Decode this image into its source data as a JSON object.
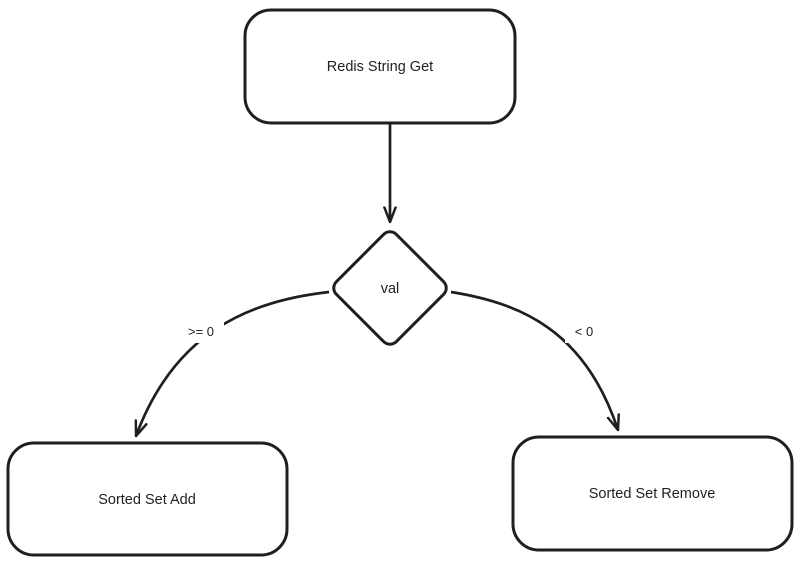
{
  "diagram": {
    "type": "flowchart",
    "colors": {
      "background": "#ffffff",
      "line": "#1f1f1f",
      "text": "#1f1f1f"
    },
    "nodes": {
      "start": {
        "label": "Redis String Get",
        "shape": "rounded-rectangle"
      },
      "decision": {
        "label": "val",
        "shape": "diamond"
      },
      "add": {
        "label": "Sorted Set Add",
        "shape": "rounded-rectangle"
      },
      "remove": {
        "label": "Sorted Set Remove",
        "shape": "rounded-rectangle"
      }
    },
    "edges": {
      "start_to_decision": {
        "label": "",
        "from": "start",
        "to": "decision"
      },
      "decision_to_add": {
        "label": ">= 0",
        "from": "decision",
        "to": "add"
      },
      "decision_to_remove": {
        "label": "< 0",
        "from": "decision",
        "to": "remove"
      }
    }
  }
}
